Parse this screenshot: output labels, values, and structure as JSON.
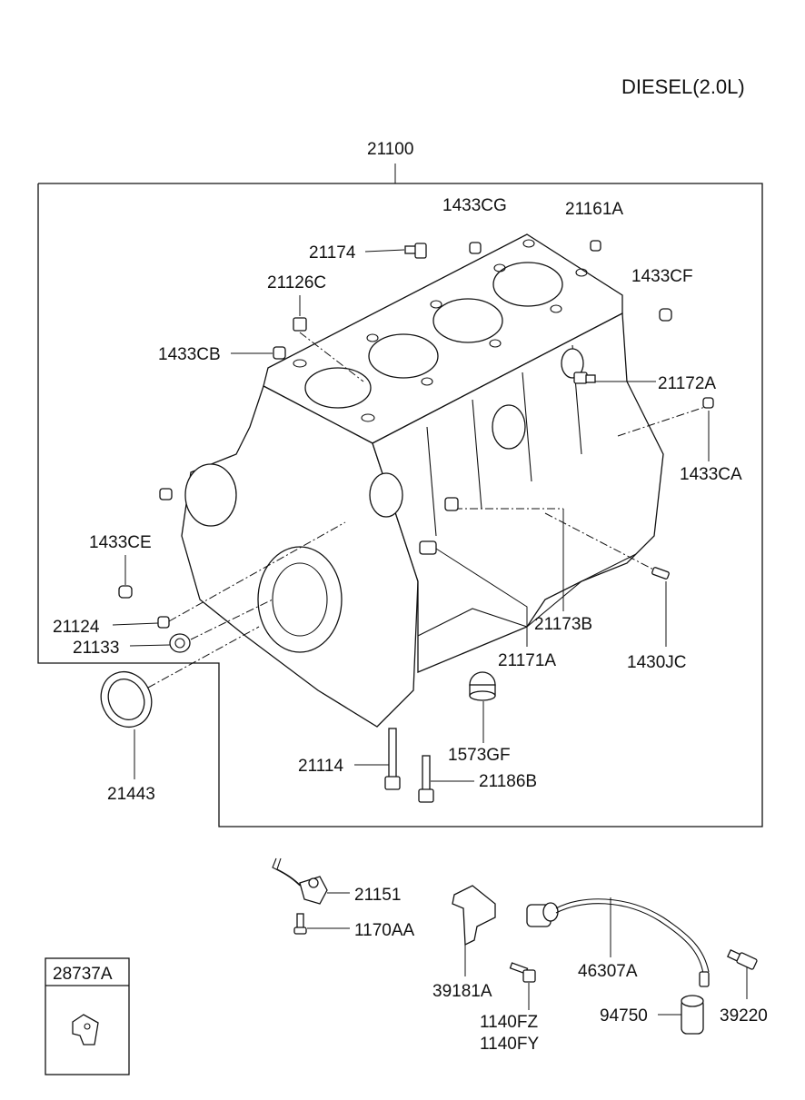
{
  "title": "DIESEL(2.0L)",
  "assembly_label": "21100",
  "labels": {
    "p1433CG": "1433CG",
    "p21161A": "21161A",
    "p21174": "21174",
    "p1433CF": "1433CF",
    "p21126C": "21126C",
    "p1433CB": "1433CB",
    "p21172A": "21172A",
    "p1433CA": "1433CA",
    "p1433CE": "1433CE",
    "p21124": "21124",
    "p21133": "21133",
    "p21173B": "21173B",
    "p21171A": "21171A",
    "p1430JC": "1430JC",
    "p1573GF": "1573GF",
    "p21114": "21114",
    "p21186B": "21186B",
    "p21443": "21443",
    "p21151": "21151",
    "p1170AA": "1170AA",
    "p39181A": "39181A",
    "p1140FZ": "1140FZ",
    "p1140FY": "1140FY",
    "p46307A": "46307A",
    "p94750": "94750",
    "p39220": "39220",
    "p28737A": "28737A"
  }
}
